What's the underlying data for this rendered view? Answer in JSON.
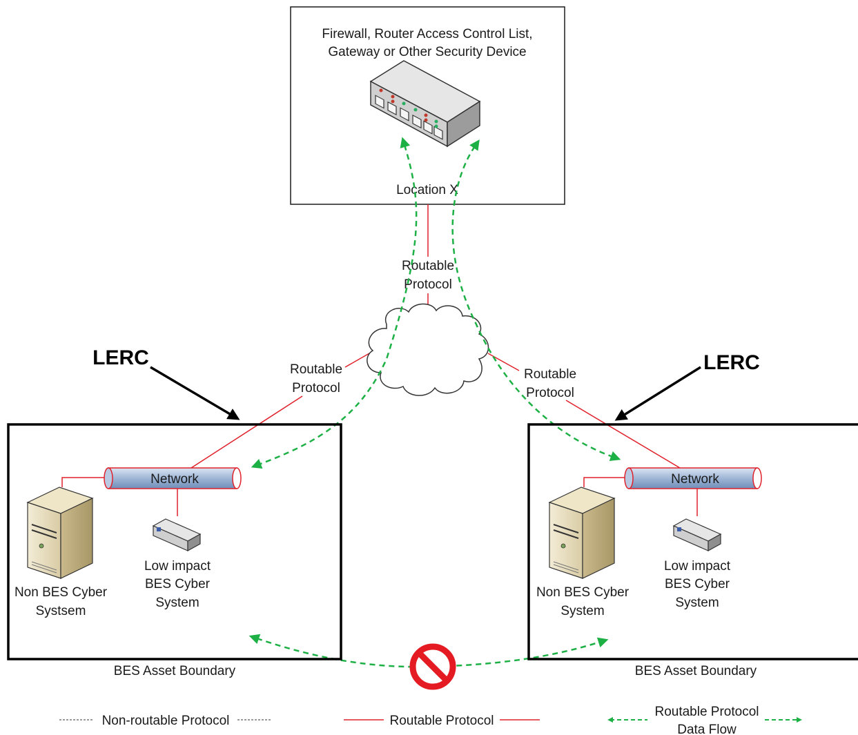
{
  "location": {
    "device_label_line1": "Firewall, Router Access Control List,",
    "device_label_line2": "Gateway or Other Security Device",
    "name": "Location X"
  },
  "links": {
    "top_line1": "Routable",
    "top_line2": "Protocol",
    "left_line1": "Routable",
    "left_line2": "Protocol",
    "right_line1": "Routable",
    "right_line2": "Protocol"
  },
  "lerc": {
    "left": "LERC",
    "right": "LERC"
  },
  "left_asset": {
    "network": "Network",
    "server_line1": "Non BES Cyber",
    "server_line2": "Systsem",
    "device_line1": "Low impact",
    "device_line2": "BES Cyber",
    "device_line3": "System",
    "boundary": "BES Asset Boundary"
  },
  "right_asset": {
    "network": "Network",
    "server_line1": "Non BES Cyber",
    "server_line2": "System",
    "device_line1": "Low impact",
    "device_line2": "BES Cyber",
    "device_line3": "System",
    "boundary": "BES Asset Boundary"
  },
  "legend": {
    "non_routable": "Non-routable Protocol",
    "routable": "Routable Protocol",
    "flow_line1": "Routable Protocol",
    "flow_line2": "Data Flow"
  },
  "colors": {
    "routable_line": "#e0202a",
    "data_flow": "#1db045",
    "prohibited": "#e41b23",
    "network_pipe": "#9fb6d6"
  },
  "icons": [
    "switch-icon",
    "cloud-icon",
    "server-icon",
    "small-switch-icon",
    "prohibited-icon"
  ]
}
